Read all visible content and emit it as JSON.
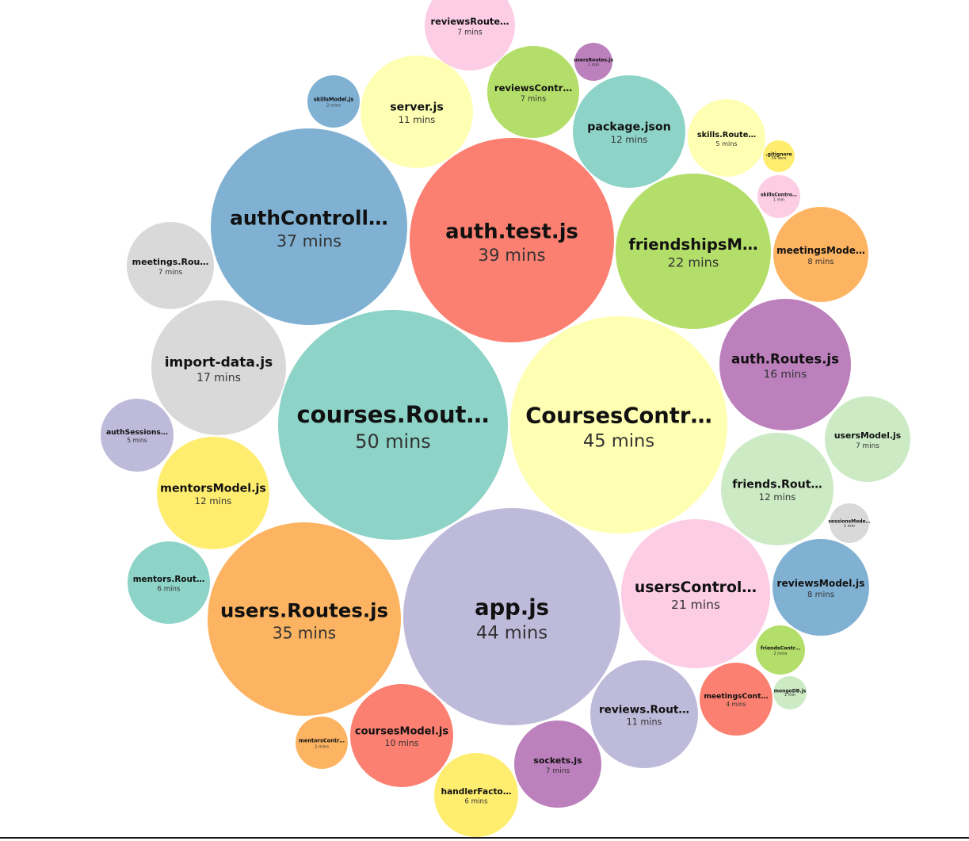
{
  "chart_data": {
    "type": "bubble-pack",
    "title": "",
    "items": [
      {
        "name": "courses.Rout…",
        "time": "50 mins",
        "minutes": 50,
        "color": "#8dd3c7"
      },
      {
        "name": "CoursesContr…",
        "time": "45 mins",
        "minutes": 45,
        "color": "#ffffb3"
      },
      {
        "name": "app.js",
        "time": "44 mins",
        "minutes": 44,
        "color": "#bebada"
      },
      {
        "name": "auth.test.js",
        "time": "39 mins",
        "minutes": 39,
        "color": "#fb8072"
      },
      {
        "name": "authControll…",
        "time": "37 mins",
        "minutes": 37,
        "color": "#80b1d3"
      },
      {
        "name": "users.Routes.js",
        "time": "35 mins",
        "minutes": 35,
        "color": "#fdb462"
      },
      {
        "name": "friendshipsM…",
        "time": "22 mins",
        "minutes": 22,
        "color": "#b3de69"
      },
      {
        "name": "usersControl…",
        "time": "21 mins",
        "minutes": 21,
        "color": "#fccde5"
      },
      {
        "name": "import-data.js",
        "time": "17 mins",
        "minutes": 17,
        "color": "#d9d9d9"
      },
      {
        "name": "auth.Routes.js",
        "time": "16 mins",
        "minutes": 16,
        "color": "#bc80bd"
      },
      {
        "name": "friends.Rout…",
        "time": "12 mins",
        "minutes": 12,
        "color": "#ccebc5"
      },
      {
        "name": "mentorsModel.js",
        "time": "12 mins",
        "minutes": 12,
        "color": "#ffed6f"
      },
      {
        "name": "package.json",
        "time": "12 mins",
        "minutes": 12,
        "color": "#8dd3c7"
      },
      {
        "name": "server.js",
        "time": "11 mins",
        "minutes": 11,
        "color": "#ffffb3"
      },
      {
        "name": "reviews.Rout…",
        "time": "11 mins",
        "minutes": 11,
        "color": "#bebada"
      },
      {
        "name": "coursesModel.js",
        "time": "10 mins",
        "minutes": 10,
        "color": "#fb8072"
      },
      {
        "name": "reviewsModel.js",
        "time": "8 mins",
        "minutes": 8,
        "color": "#80b1d3"
      },
      {
        "name": "meetingsMode…",
        "time": "8 mins",
        "minutes": 8,
        "color": "#fdb462"
      },
      {
        "name": "reviewsContr…",
        "time": "7 mins",
        "minutes": 7,
        "color": "#b3de69"
      },
      {
        "name": "reviewsRoute…",
        "time": "7 mins",
        "minutes": 7,
        "color": "#fccde5"
      },
      {
        "name": "meetings.Rou…",
        "time": "7 mins",
        "minutes": 7,
        "color": "#d9d9d9"
      },
      {
        "name": "sockets.js",
        "time": "7 mins",
        "minutes": 7,
        "color": "#bc80bd"
      },
      {
        "name": "usersModel.js",
        "time": "7 mins",
        "minutes": 7,
        "color": "#ccebc5"
      },
      {
        "name": "handlerFacto…",
        "time": "6 mins",
        "minutes": 6,
        "color": "#ffed6f"
      },
      {
        "name": "mentors.Rout…",
        "time": "6 mins",
        "minutes": 6,
        "color": "#8dd3c7"
      },
      {
        "name": "skills.Route…",
        "time": "5 mins",
        "minutes": 5,
        "color": "#ffffb3"
      },
      {
        "name": "authSessions…",
        "time": "5 mins",
        "minutes": 5,
        "color": "#bebada"
      },
      {
        "name": "meetingsCont…",
        "time": "4 mins",
        "minutes": 4,
        "color": "#fb8072"
      },
      {
        "name": "skillsModel.js",
        "time": "2 mins",
        "minutes": 2,
        "color": "#80b1d3"
      },
      {
        "name": "mentorsContr…",
        "time": "2 mins",
        "minutes": 2,
        "color": "#fdb462"
      },
      {
        "name": "friendsContr…",
        "time": "2 mins",
        "minutes": 2,
        "color": "#b3de69"
      },
      {
        "name": "skillsContro…",
        "time": "1 min",
        "minutes": 1,
        "color": "#fccde5"
      },
      {
        "name": "sessionsMode…",
        "time": "1 min",
        "minutes": 1,
        "color": "#d9d9d9"
      },
      {
        "name": "usersRoutes.js",
        "time": "1 min",
        "minutes": 1,
        "color": "#bc80bd"
      },
      {
        "name": "mongoDB.js",
        "time": "1 min",
        "minutes": 1,
        "color": "#ccebc5"
      },
      {
        "name": ".gitignore",
        "time": "59 secs",
        "minutes": 0.98,
        "color": "#ffed6f"
      }
    ]
  }
}
